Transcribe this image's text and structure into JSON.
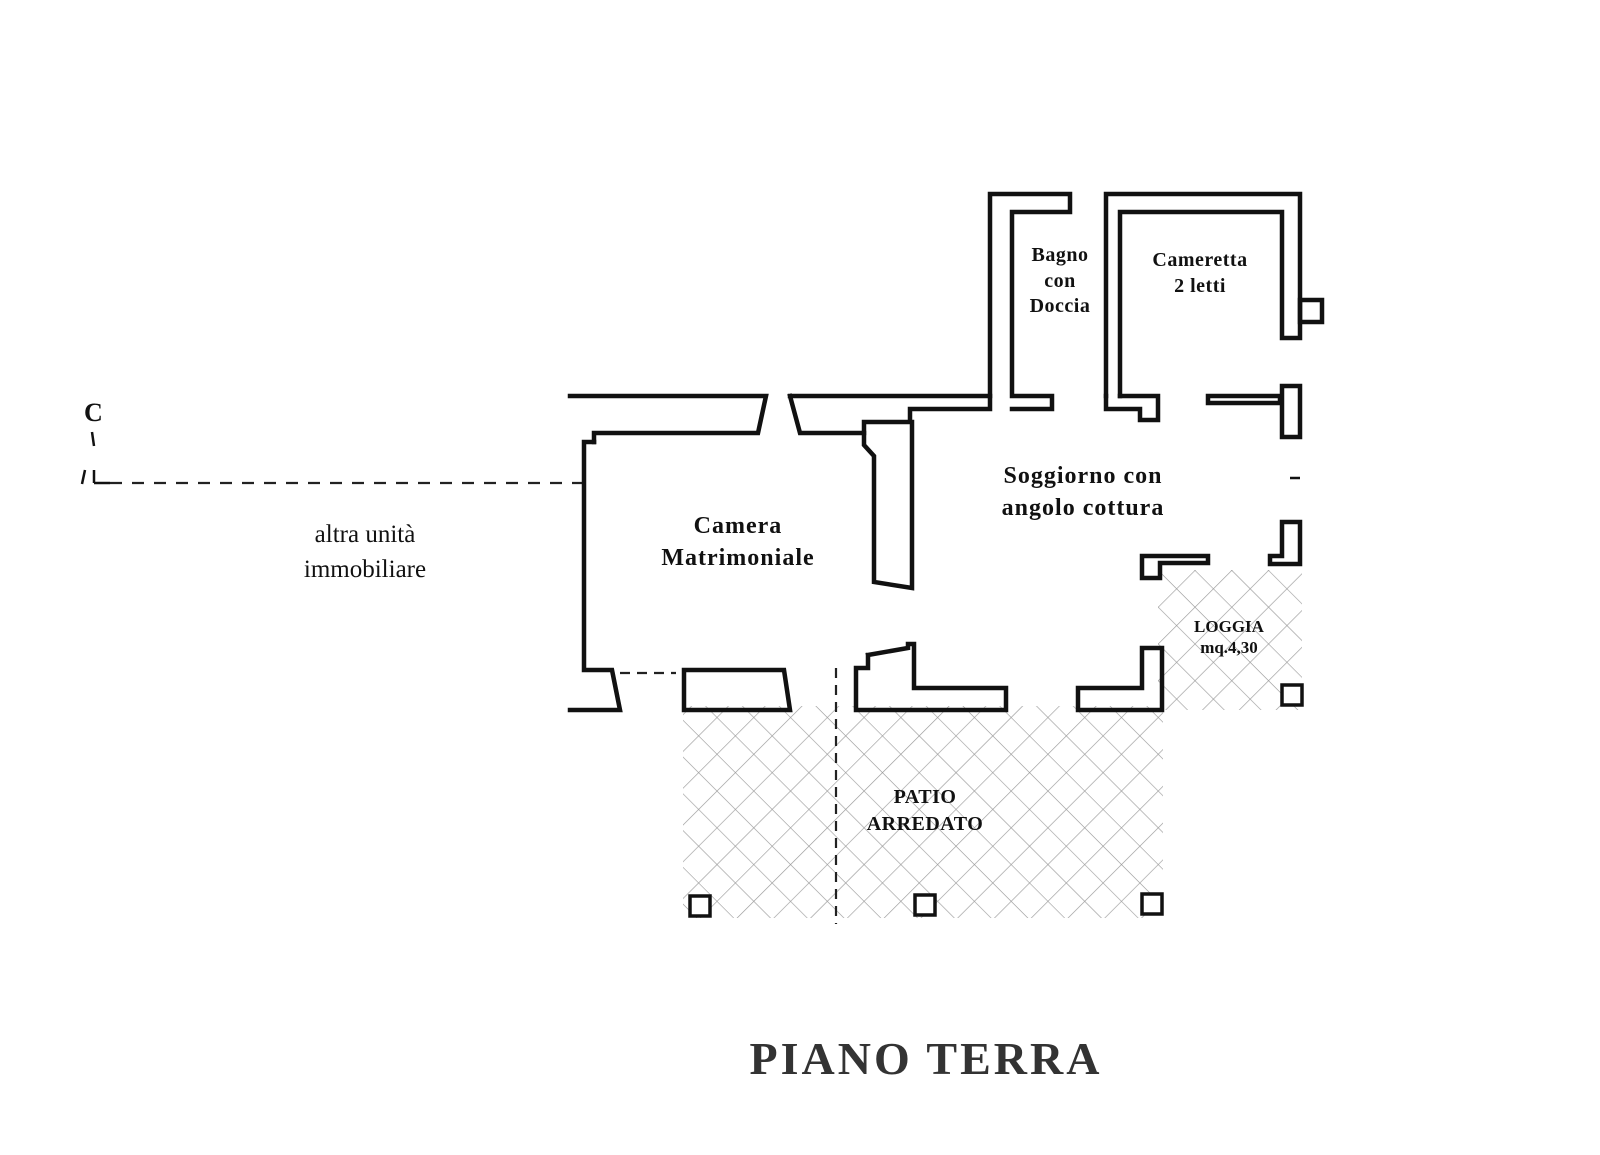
{
  "plan": {
    "title": "PIANO TERRA",
    "section_marker": "C",
    "rooms": {
      "camera": [
        "Camera",
        "Matrimoniale"
      ],
      "soggiorno": [
        "Soggiorno con",
        "angolo cottura"
      ],
      "bagno": [
        "Bagno",
        "con",
        "Doccia"
      ],
      "cameretta": [
        "Cameretta",
        "2 letti"
      ],
      "loggia": [
        "LOGGIA",
        "mq.4,30"
      ],
      "patio": [
        "PATIO",
        "ARREDATO"
      ],
      "altra_unita": [
        "altra unità",
        "immobiliare"
      ]
    }
  }
}
